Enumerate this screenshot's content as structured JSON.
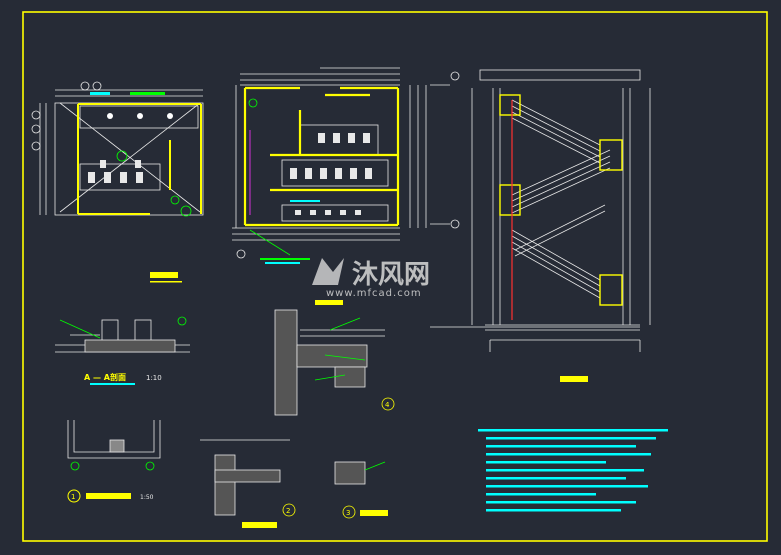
{
  "sheet": {
    "background": "#262b36",
    "frame_color": "#ffff00",
    "line_colors": {
      "white": "#e8e8e8",
      "yellow": "#ffff00",
      "green": "#00ff00",
      "cyan": "#00ffff",
      "magenta": "#ff33ff",
      "red": "#ff3030"
    }
  },
  "watermark": {
    "brand": "沐风网",
    "url": "www.mfcad.com"
  },
  "detail_labels": {
    "section_a": "A — A剖面",
    "section_a_scale": "1:10",
    "detail_1_scale": "1:50"
  },
  "callouts": {
    "detail_1": "1",
    "detail_2": "2",
    "detail_3": "3",
    "detail_4": "4"
  }
}
